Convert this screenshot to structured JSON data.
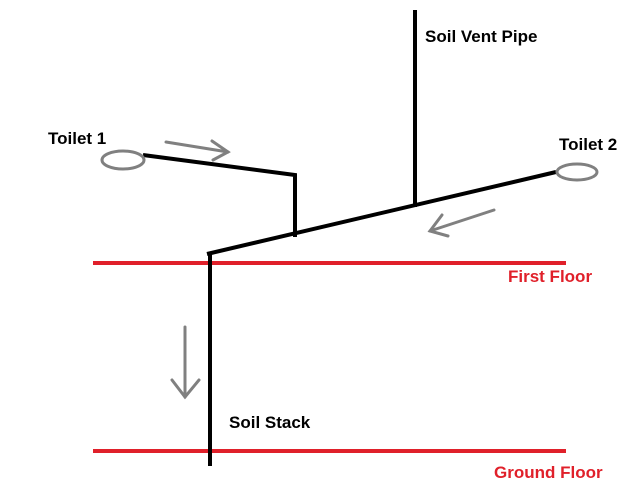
{
  "labels": {
    "soil_vent_pipe": "Soil Vent Pipe",
    "toilet_1": "Toilet 1",
    "toilet_2": "Toilet 2",
    "first_floor": "First Floor",
    "soil_stack": "Soil Stack",
    "ground_floor": "Ground Floor"
  },
  "colors": {
    "pipe": "#000000",
    "floor_line": "#e0202a",
    "floor_text": "#e0202a",
    "flow_arrow": "#808080",
    "toilet": "#808080",
    "text": "#000000"
  }
}
